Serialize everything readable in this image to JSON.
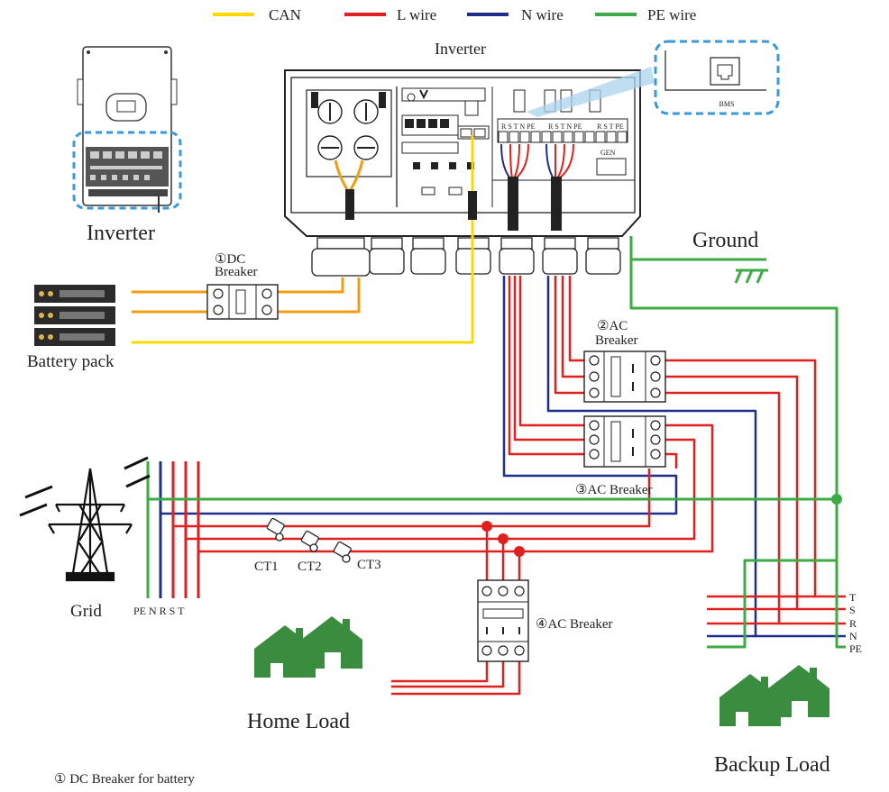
{
  "legend": [
    {
      "label": "CAN",
      "color": "#FFD800"
    },
    {
      "label": "L wire",
      "color": "#E0201E"
    },
    {
      "label": "N wire",
      "color": "#1F2E8C"
    },
    {
      "label": "PE wire",
      "color": "#3DAA46"
    }
  ],
  "colors": {
    "dc_cable": "#F39C12",
    "bms_highlight": "#3A9AD9",
    "house": "#3A8C3F",
    "frame": "#222222"
  },
  "labels": {
    "inverter_main": "Inverter",
    "inverter_thumb": "Inverter",
    "bms": "BMS",
    "battery_pack": "Battery pack",
    "dc_breaker_num": "①DC",
    "dc_breaker_word": "Breaker",
    "ac_breaker2_num": "②AC",
    "ac_breaker2_word": "Breaker",
    "ac_breaker3": "③AC Breaker",
    "ac_breaker4": "④AC Breaker",
    "ground": "Ground",
    "grid": "Grid",
    "grid_phases": "PE N R S T",
    "ct1": "CT1",
    "ct2": "CT2",
    "ct3": "CT3",
    "home_load": "Home Load",
    "backup_load": "Backup Load",
    "bus_T": "T",
    "bus_S": "S",
    "bus_R": "R",
    "bus_N": "N",
    "bus_PE": "PE",
    "footnote": "① DC Breaker for battery",
    "panel_load": "R S T N PE",
    "panel_gen": "R S T PE",
    "panel_grid": "R S T N PE",
    "gen": "GEN"
  },
  "icons": [
    "pylon-icon",
    "house-icon",
    "battery-icon",
    "ethernet-port-icon",
    "ground-symbol-icon",
    "breaker-icon",
    "ct-clamp-icon"
  ]
}
